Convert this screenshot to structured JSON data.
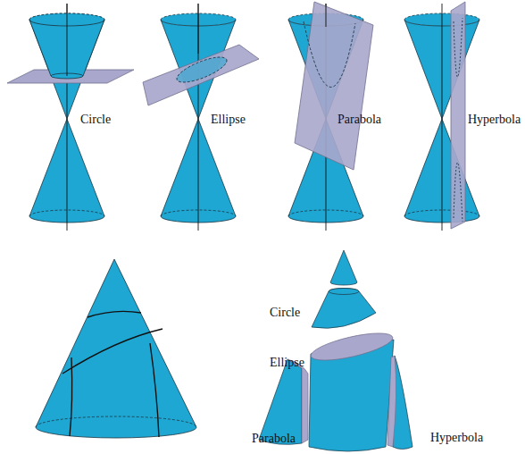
{
  "diagram": {
    "labels": [
      "Circle",
      "Ellipse",
      "Parabola",
      "Hyperbola",
      "Circle",
      "Ellipse",
      "Parabola",
      "Hyperbola"
    ]
  }
}
